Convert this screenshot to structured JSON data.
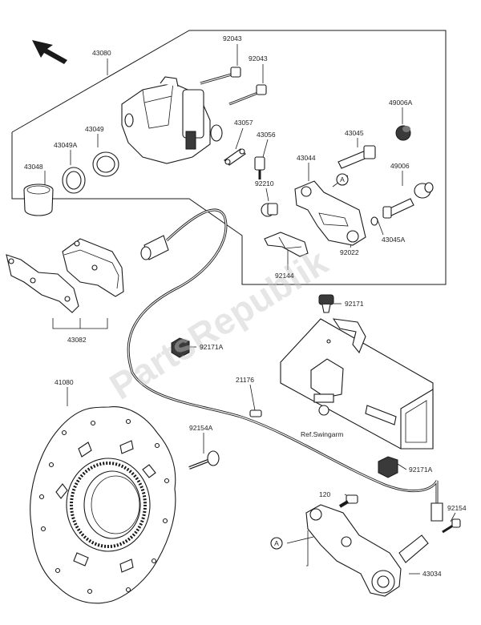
{
  "watermark": "PartsRepublik",
  "reference_note": "Ref.Swingarm",
  "circle_marker": "A",
  "parts": {
    "p43080": "43080",
    "p92043a": "92043",
    "p92043b": "92043",
    "p43049": "43049",
    "p43049A": "43049A",
    "p43048": "43048",
    "p43057": "43057",
    "p43056": "43056",
    "p43045": "43045",
    "p49006A": "49006A",
    "p43044": "43044",
    "p49006": "49006",
    "p92210": "92210",
    "p43045A": "43045A",
    "p92022": "92022",
    "p92144": "92144",
    "p43082": "43082",
    "p92171": "92171",
    "p92171A_top": "92171A",
    "p21176": "21176",
    "p41080": "41080",
    "p92154A": "92154A",
    "p92171A_bottom": "92171A",
    "p120": "120",
    "p92154": "92154",
    "p43034": "43034"
  }
}
